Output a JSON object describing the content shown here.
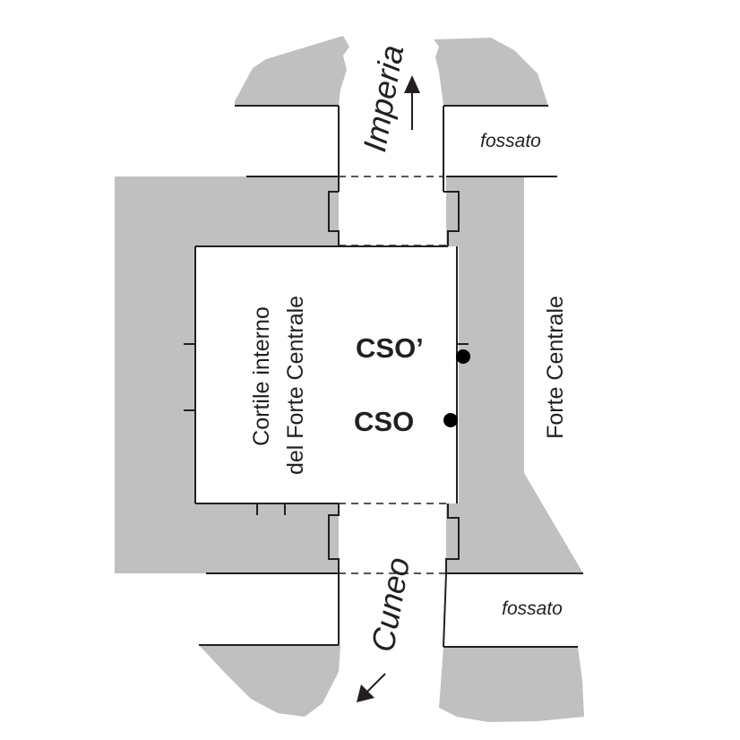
{
  "labels": {
    "fossato_top": "fossato",
    "fossato_bottom": "fossato",
    "road_north": "Imperia",
    "road_south": "Cuneo",
    "courtyard_line1": "Cortile interno",
    "courtyard_line2": "del Forte Centrale",
    "fort": "Forte Centrale",
    "point_cso_prime": "CSO’",
    "point_cso": "CSO"
  },
  "colors": {
    "wall_fill": "#c0c0c0",
    "line": "#231f20",
    "background": "#ffffff"
  }
}
